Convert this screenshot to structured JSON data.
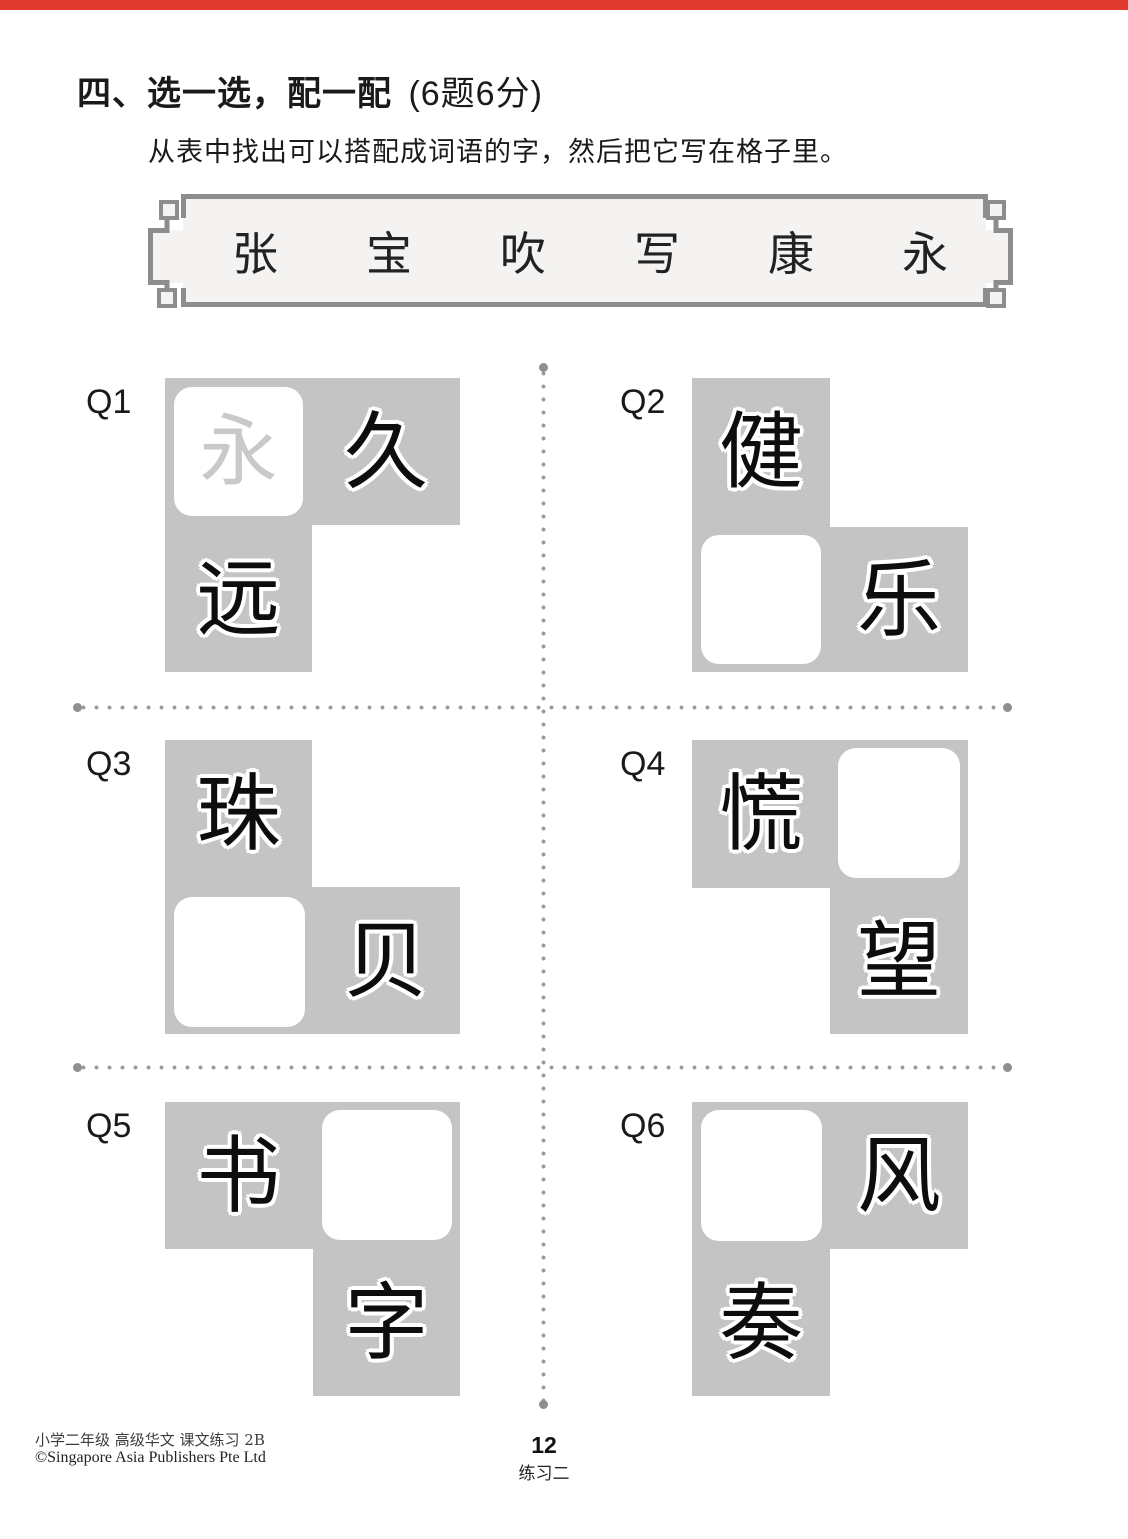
{
  "header": {
    "title": "四、选一选，配一配",
    "score": "(6题6分)",
    "instruction": "从表中找出可以搭配成词语的字，然后把它写在格子里。"
  },
  "word_bank": {
    "characters": [
      "张",
      "宝",
      "吹",
      "写",
      "康",
      "永"
    ]
  },
  "questions": [
    {
      "label": "Q1",
      "hint": "永",
      "chars": {
        "a": "久",
        "b": "远"
      }
    },
    {
      "label": "Q2",
      "hint": "",
      "chars": {
        "a": "健",
        "b": "乐"
      }
    },
    {
      "label": "Q3",
      "hint": "",
      "chars": {
        "a": "珠",
        "b": "贝"
      }
    },
    {
      "label": "Q4",
      "hint": "",
      "chars": {
        "a": "慌",
        "b": "望"
      }
    },
    {
      "label": "Q5",
      "hint": "",
      "chars": {
        "a": "书",
        "b": "字"
      }
    },
    {
      "label": "Q6",
      "hint": "",
      "chars": {
        "a": "风",
        "b": "奏"
      }
    }
  ],
  "footer": {
    "series": "小学二年级 高级华文 课文练习 2B",
    "copyright": "©Singapore Asia Publishers Pte Ltd",
    "page_number": "12",
    "exercise": "练习二"
  },
  "colors": {
    "accent_red": "#e0392e",
    "block_gray": "#c4c4c4",
    "dot_gray": "#9a9a9a",
    "frame_border": "#8d8d8d",
    "frame_fill": "#f4f3f1",
    "hint_gray": "#c9c9c9"
  }
}
